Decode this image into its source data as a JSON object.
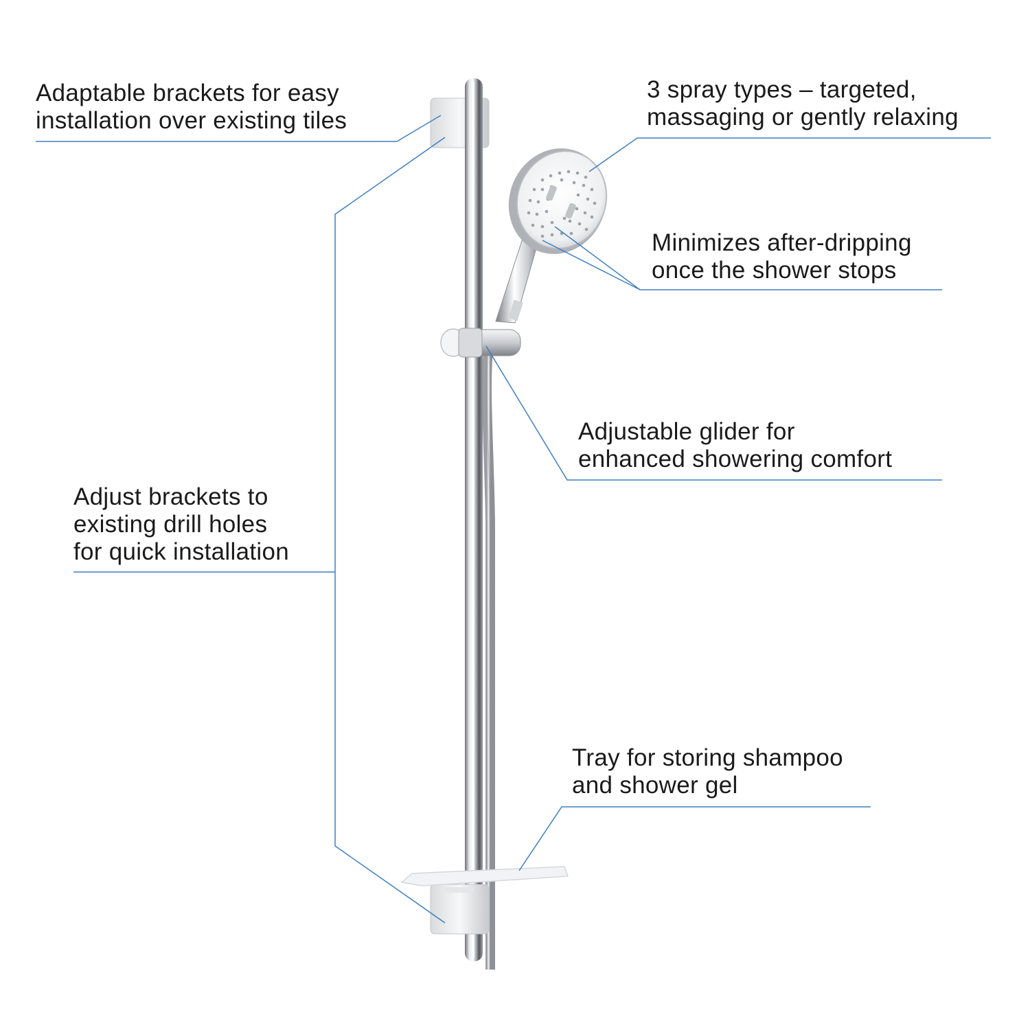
{
  "callouts": {
    "brackets_top": {
      "line1": "Adaptable brackets for easy",
      "line2": "installation over existing tiles"
    },
    "spray_types": {
      "line1": "3 spray types – targeted,",
      "line2": "massaging or gently relaxing"
    },
    "after_drip": {
      "line1": "Minimizes after-dripping",
      "line2": "once the shower stops"
    },
    "glider": {
      "line1": "Adjustable glider for",
      "line2": "enhanced showering comfort"
    },
    "drill_holes": {
      "line1": "Adjust brackets to",
      "line2": "existing drill holes",
      "line3": "for quick installation"
    },
    "tray": {
      "line1": "Tray for storing shampoo",
      "line2": "and shower gel"
    }
  },
  "colors": {
    "leader_line": "#3f7fc0",
    "text": "#1a1a1a",
    "chrome_dark": "#8a8d92",
    "chrome_light": "#f2f3f5"
  },
  "product": {
    "components": [
      "rail",
      "bracket-top",
      "bracket-bottom",
      "hose",
      "glider",
      "hand-shower",
      "tray"
    ],
    "hand_shower_logo_icon": "brand-logo-icon"
  }
}
